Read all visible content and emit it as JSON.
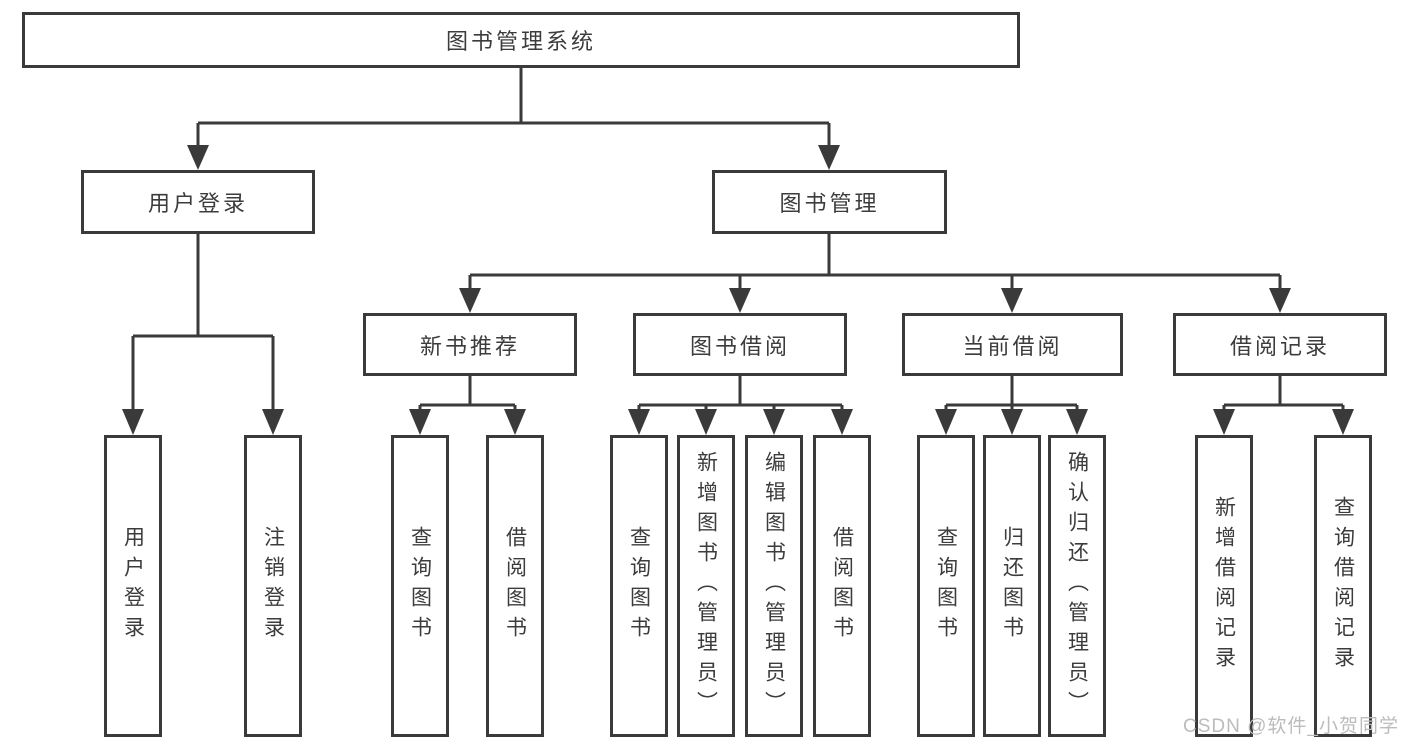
{
  "tree": {
    "label": "图书管理系统",
    "children": [
      {
        "label": "用户登录",
        "children": [
          {
            "label": "用户登录"
          },
          {
            "label": "注销登录"
          }
        ]
      },
      {
        "label": "图书管理",
        "children": [
          {
            "label": "新书推荐",
            "children": [
              {
                "label": "查询图书"
              },
              {
                "label": "借阅图书"
              }
            ]
          },
          {
            "label": "图书借阅",
            "children": [
              {
                "label": "查询图书"
              },
              {
                "label": "新增图书（管理员）"
              },
              {
                "label": "编辑图书（管理员）"
              },
              {
                "label": "借阅图书"
              }
            ]
          },
          {
            "label": "当前借阅",
            "children": [
              {
                "label": "查询图书"
              },
              {
                "label": "归还图书"
              },
              {
                "label": "确认归还（管理员）"
              }
            ]
          },
          {
            "label": "借阅记录",
            "children": [
              {
                "label": "新增借阅记录"
              },
              {
                "label": "查询借阅记录"
              }
            ]
          }
        ]
      }
    ]
  },
  "watermark": {
    "text": "CSDN @软件_小贺同学"
  },
  "colors": {
    "line": "#3a3a3a",
    "box_border": "#3a3a3a",
    "text": "#3c3c3c",
    "watermark_text": "#bcbcbc",
    "background": "#ffffff"
  }
}
